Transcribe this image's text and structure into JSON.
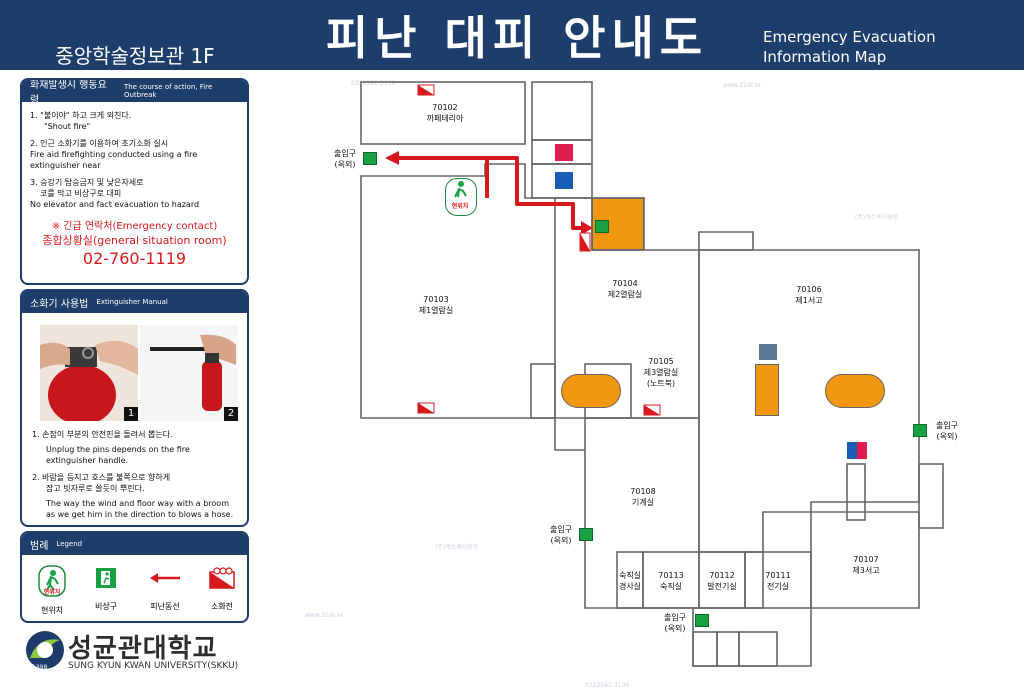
{
  "header": {
    "title": "피난 대피 안내도",
    "building": "중앙학술정보관 1F",
    "title_en_line1": "Emergency Evacuation",
    "title_en_line2": "Information Map"
  },
  "fire_panel": {
    "heading": "화재발생시 행동요령",
    "heading_en": "The course of action, Fire Outbreak",
    "step1_ko": "1. \"불이야\" 하고 크게 외친다.",
    "step1_en": "\"Shout fire\"",
    "step2_ko": "2. 인근 소화기를 이용하여 초기소화 실시",
    "step2_en_1": "Fire aid firefighting conducted using a fire",
    "step2_en_2": "extinguisher near",
    "step3_ko_1": "3. 승강기 탑승금지 및 낮은자세로",
    "step3_ko_2": "코를 막고 비상구로 대피",
    "step3_en": "No elevator and fact evacuation to hazard",
    "emergency_label": "※ 긴급 연락처(Emergency contact)",
    "situation_room": "종합상황실(general situation room)",
    "phone": "02-760-1119"
  },
  "extinguisher_panel": {
    "heading": "소화기 사용법",
    "heading_en": "Extinguisher Manual",
    "photo1_num": "1",
    "photo2_num": "2",
    "step1_ko": "1. 손잡이 부분의 안전핀을 돌려서 뽑는다.",
    "step1_en_1": "Unplug the pins depends on the fire",
    "step1_en_2": "extinguisher handle.",
    "step2_ko_1": "2. 바람을 등지고 호스를 불쪽으로 향하게",
    "step2_ko_2": "잡고 빗자루로 쓸듯이 뿌린다.",
    "step2_en_1": "The way the wind and floor way with a broom",
    "step2_en_2": "as we get him in the direction to blows a hose."
  },
  "legend_panel": {
    "heading": "범례",
    "heading_en": "Legend",
    "items": [
      {
        "label": "현위치",
        "icon": "you-are-here-icon"
      },
      {
        "label": "비상구",
        "icon": "emergency-exit-icon"
      },
      {
        "label": "피난동선",
        "icon": "evacuation-route-arrow-icon"
      },
      {
        "label": "소화전",
        "icon": "fire-hydrant-icon"
      }
    ],
    "you_are_here_badge": "현위치"
  },
  "university": {
    "name_ko": "성균관대학교",
    "name_en": "SUNG KYUN KWAN UNIVERSITY(SKKU)",
    "year": "1398"
  },
  "map": {
    "rooms": {
      "r70102": {
        "num": "70102",
        "name": "까페테리아"
      },
      "r70103": {
        "num": "70103",
        "name": "제1열람실"
      },
      "r70104": {
        "num": "70104",
        "name": "제2열람실"
      },
      "r70105": {
        "num": "70105",
        "name": "제3열람실",
        "sub": "(노트북)"
      },
      "r70106": {
        "num": "70106",
        "name": "제1서고"
      },
      "r70107": {
        "num": "70107",
        "name": "제3서고"
      },
      "r70108": {
        "num": "70108",
        "name": "기계실"
      },
      "r70111": {
        "num": "70111",
        "name": "전기실"
      },
      "r70112": {
        "num": "70112",
        "name": "발전기실"
      },
      "r70113": {
        "num": "70113",
        "name": "숙직실"
      },
      "rguard": {
        "line1": "숙직실",
        "line2": "경사실"
      }
    },
    "exits": {
      "label": "출입구",
      "outside": "(옥외)"
    },
    "you_are_here": "현위치",
    "watermark_a": "(주)캐스케이휴방",
    "watermark_b": "0322561-3136",
    "watermark_c": "www.31sk.kr"
  },
  "colors": {
    "navy": "#1d3d6b",
    "route_red": "#d7191d",
    "stair_orange": "#f0960f",
    "exit_green": "#18a143"
  }
}
